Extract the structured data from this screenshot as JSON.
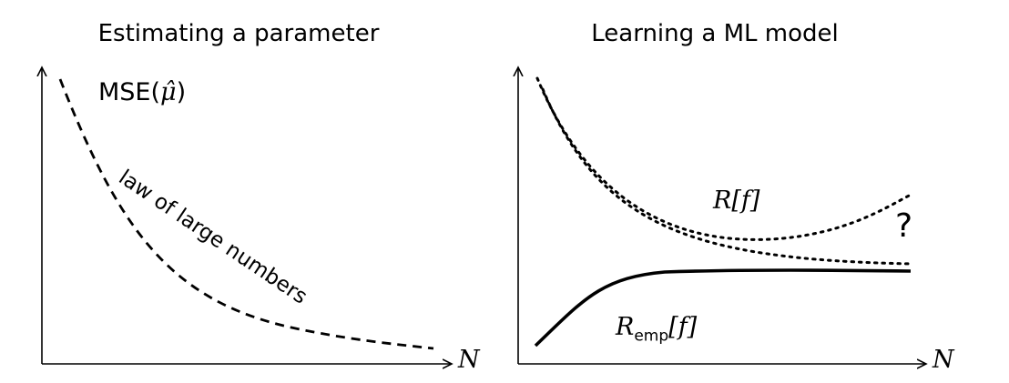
{
  "left_panel": {
    "title": "Estimating a parameter",
    "x_axis_label": "N",
    "curve_label": "MSE(",
    "curve_label_symbol": "μ̂",
    "curve_label_close": ")",
    "annotation": "law of large numbers",
    "curve_style": "dashed"
  },
  "right_panel": {
    "title": "Learning a ML model",
    "x_axis_label": "N",
    "true_risk_label": "R[f]",
    "empirical_risk_label_main": "R",
    "empirical_risk_label_sub": "emp",
    "empirical_risk_label_tail": "[f]",
    "uncertainty_mark": "?",
    "true_risk_style": "dotted",
    "empirical_risk_style": "solid"
  },
  "colors": {
    "ink": "#000000",
    "background": "#ffffff"
  }
}
